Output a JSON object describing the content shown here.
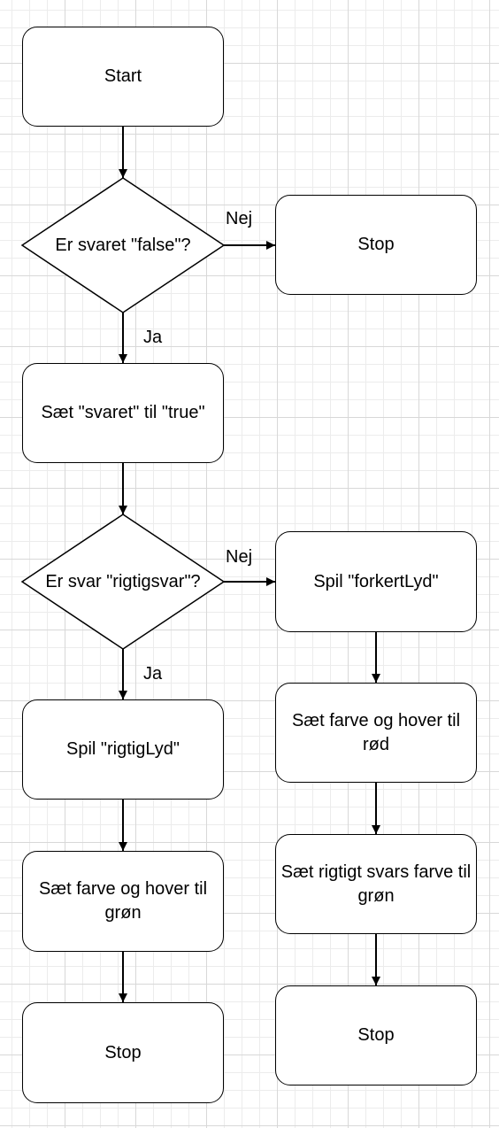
{
  "nodes": {
    "start": "Start",
    "q_false": "Er svaret \"false\"?",
    "stop_top": "Stop",
    "set_true": "Sæt \"svaret\" til \"true\"",
    "q_correct": "Er svar \"rigtigsvar\"?",
    "play_correct": "Spil \"rigtigLyd\"",
    "set_green": "Sæt farve og hover til grøn",
    "stop_left": "Stop",
    "play_wrong": "Spil \"forkertLyd\"",
    "set_red": "Sæt farve og hover til rød",
    "set_right_green": "Sæt rigtigt svars farve til grøn",
    "stop_right": "Stop"
  },
  "labels": {
    "no_1": "Nej",
    "yes_1": "Ja",
    "no_2": "Nej",
    "yes_2": "Ja"
  }
}
